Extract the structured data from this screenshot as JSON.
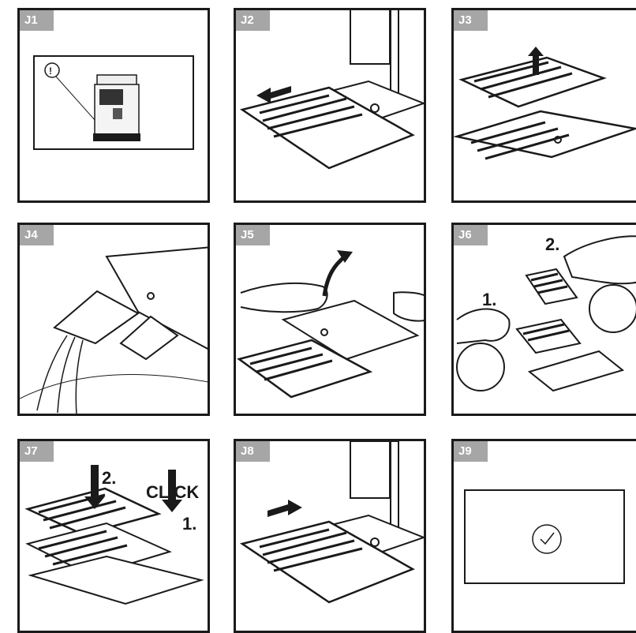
{
  "panels": {
    "j1": {
      "tag": "J1",
      "callout": "!"
    },
    "j2": {
      "tag": "J2"
    },
    "j3": {
      "tag": "J3"
    },
    "j4": {
      "tag": "J4"
    },
    "j5": {
      "tag": "J5"
    },
    "j6": {
      "tag": "J6",
      "step1": "1.",
      "step2": "2."
    },
    "j7": {
      "tag": "J7",
      "step1": "1.",
      "step2": "2.",
      "click": "CLICK"
    },
    "j8": {
      "tag": "J8"
    },
    "j9": {
      "tag": "J9"
    }
  },
  "colors": {
    "line": "#1a1a1a",
    "tag_bg": "#a6a6a6",
    "tag_text": "#ffffff"
  }
}
